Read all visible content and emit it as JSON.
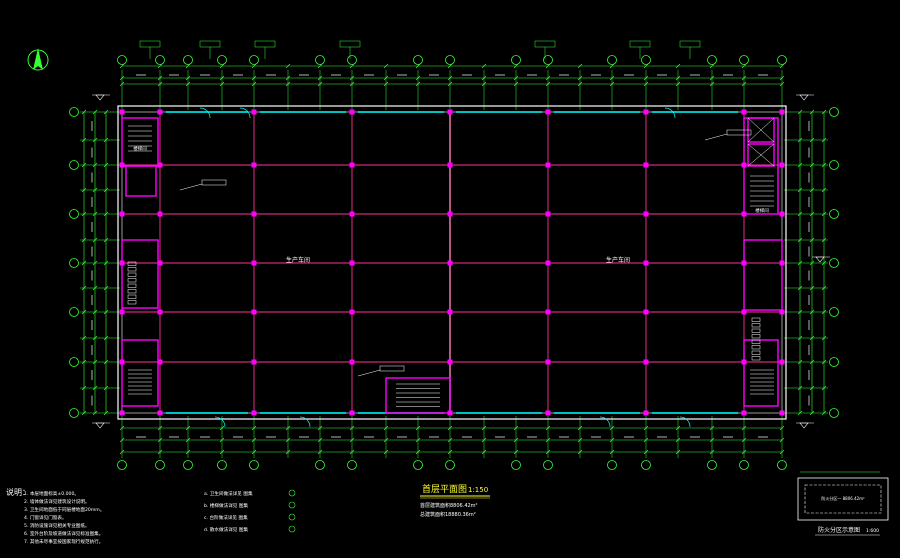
{
  "title": "首层平面图",
  "scale": "1:150",
  "area_lines": [
    "首层建筑面积8806.42m²",
    "总建筑面积18880.36m²"
  ],
  "rooms": {
    "left_hall": "生产车间",
    "right_hall": "生产车间",
    "left_room_label": "楼梯间",
    "right_room_label": "楼梯间"
  },
  "notes_header": "说明：",
  "notes": [
    "1. 本层地面标高±0.000。",
    "2. 墙体做法详见建筑设计说明。",
    "3. 卫生间地面低于同层楼地面20mm。",
    "4. 门窗详见门窗表。",
    "5. 消防设施详见相关专业图纸。",
    "6. 室外台阶及坡道做法详见标准图集。",
    "7. 其他未尽事宜按国家现行规范执行。"
  ],
  "legend_items": [
    "a. 卫生间做法详见 图集",
    "b. 楼梯做法详见 图集",
    "c. 台阶做法详见 图集",
    "d. 散水做法详见 图集"
  ],
  "detail": {
    "title": "防火分区示意图",
    "scale": "1:600",
    "label": "防火分区一 8806.42m²"
  },
  "colors": {
    "grid": "#ff3399",
    "wall": "#ff00ff",
    "dim": "#33ff33",
    "axis": "#33ff33",
    "outline": "#ffffff",
    "cyan": "#00ffff",
    "text": "#ffffff"
  }
}
